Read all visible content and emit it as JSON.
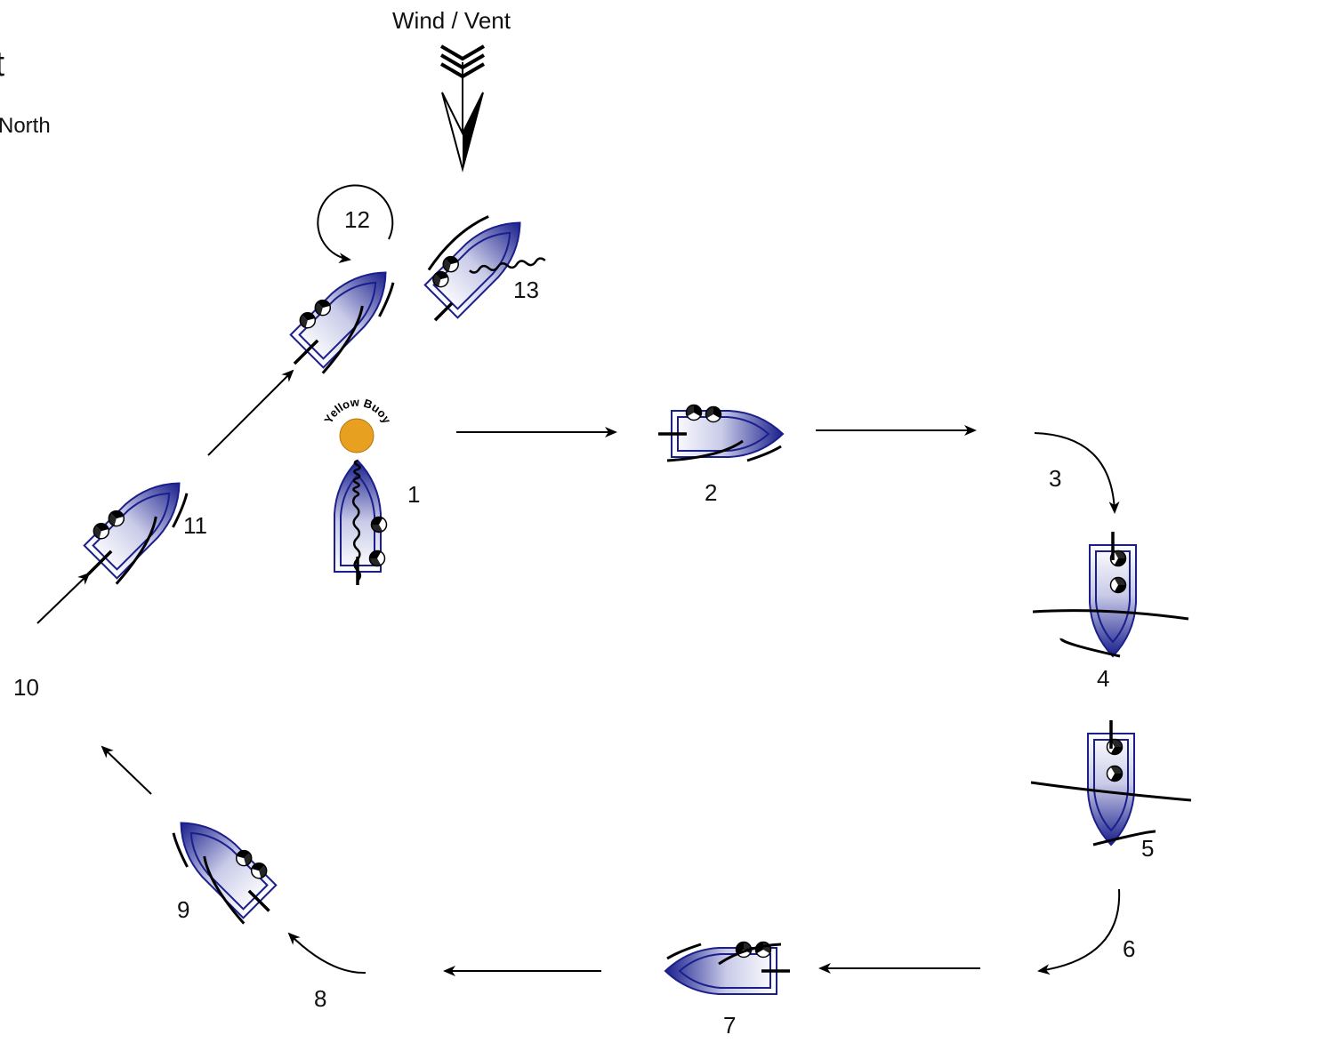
{
  "header": {
    "title_fragment": "t",
    "subtitle_fragment": "North"
  },
  "wind": {
    "label": "Wind / Vent"
  },
  "buoy": {
    "label": "Yellow Buoy",
    "color": "#e8a020"
  },
  "colors": {
    "hull_dark": "#1a1f8c",
    "hull_light": "#ffffff",
    "outline": "#1a1f8c",
    "line": "#000000"
  },
  "steps": [
    {
      "n": "1"
    },
    {
      "n": "2"
    },
    {
      "n": "3"
    },
    {
      "n": "4"
    },
    {
      "n": "5"
    },
    {
      "n": "6"
    },
    {
      "n": "7"
    },
    {
      "n": "8"
    },
    {
      "n": "9"
    },
    {
      "n": "10"
    },
    {
      "n": "11"
    },
    {
      "n": "12"
    },
    {
      "n": "13"
    }
  ]
}
